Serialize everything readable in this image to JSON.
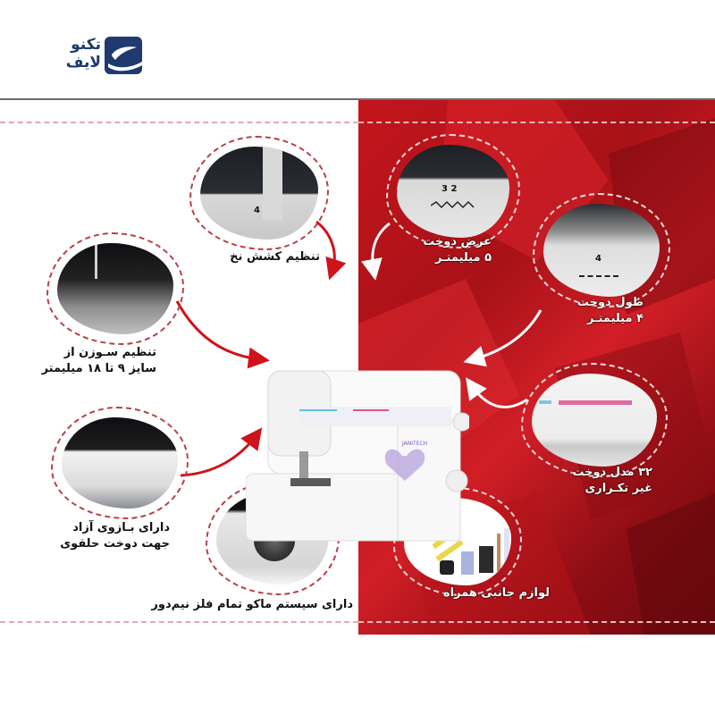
{
  "logo": {
    "brand_line1": "تکنو",
    "brand_line2": "لایف",
    "mark_color": "#1f3a6e"
  },
  "colors": {
    "accent_red": "#c4141c",
    "dash_red": "#c0505a",
    "background": "#ffffff"
  },
  "product": {
    "brand_label": "JANITECH"
  },
  "features": [
    {
      "id": "thread-tension",
      "line1": "تنظیم کشش نخ",
      "line2": ""
    },
    {
      "id": "needle-size",
      "line1": "تنظیم سـوزن از",
      "line2": "سایز ۹ تا ۱۸ میلیمتر"
    },
    {
      "id": "free-arm",
      "line1": "دارای بـازوی آزاد",
      "line2": "جهت دوخت حلقوی"
    },
    {
      "id": "hook-system",
      "line1": "دارای سیستم ماکو تمام فلز نیم‌دور",
      "line2": ""
    },
    {
      "id": "stitch-width",
      "line1": "عرض دوخت",
      "line2": "۵ میلیمتـر"
    },
    {
      "id": "stitch-length",
      "line1": "طول دوخت",
      "line2": "۴ میلیمتـر"
    },
    {
      "id": "stitch-patterns",
      "line1": "۳۲ مدل دوخت",
      "line2": "غیر تکـراری"
    },
    {
      "id": "accessories",
      "line1": "لوازم جانبی همراه",
      "line2": ""
    }
  ],
  "dial_labels": {
    "tension": "4",
    "width": "3 2",
    "length": "4"
  }
}
